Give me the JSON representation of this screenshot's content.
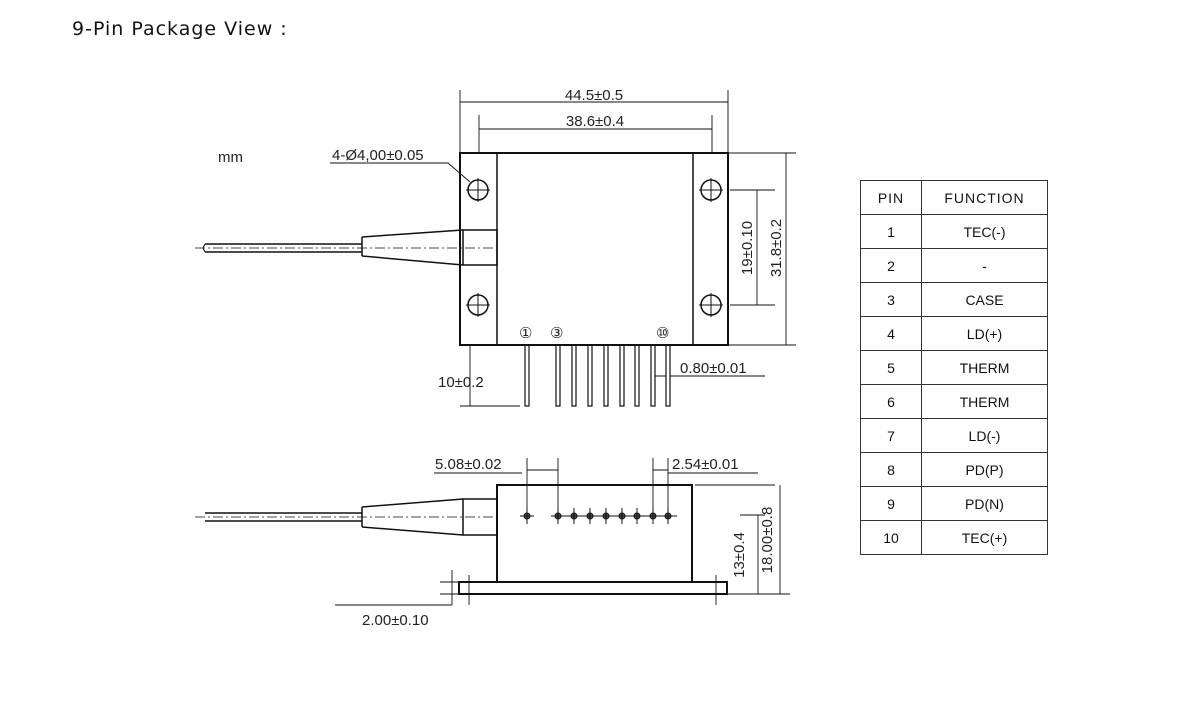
{
  "title": "9-Pin Package View :",
  "units": "mm",
  "top_view": {
    "width_outer": "44.5±0.5",
    "width_holes": "38.6±0.4",
    "hole_spec": "4-Ø4,00±0.05",
    "hole_pitch_v": "19±0.10",
    "height": "31.8±0.2",
    "pin_length": "10±0.2",
    "pin_width": "0.80±0.01",
    "pin_markers": [
      "①",
      "③",
      "⑩"
    ]
  },
  "side_view": {
    "pin_gap": "5.08±0.02",
    "pin_pitch": "2.54±0.01",
    "pin_height": "13±0.4",
    "total_height": "18.00±0.8",
    "base_thickness": "2.00±0.10"
  },
  "pin_table": {
    "headers": [
      "PIN",
      "FUNCTION"
    ],
    "rows": [
      {
        "pin": "1",
        "function": "TEC(-)"
      },
      {
        "pin": "2",
        "function": "-"
      },
      {
        "pin": "3",
        "function": "CASE"
      },
      {
        "pin": "4",
        "function": "LD(+)"
      },
      {
        "pin": "5",
        "function": "THERM"
      },
      {
        "pin": "6",
        "function": "THERM"
      },
      {
        "pin": "7",
        "function": "LD(-)"
      },
      {
        "pin": "8",
        "function": "PD(P)"
      },
      {
        "pin": "9",
        "function": "PD(N)"
      },
      {
        "pin": "10",
        "function": "TEC(+)"
      }
    ]
  }
}
